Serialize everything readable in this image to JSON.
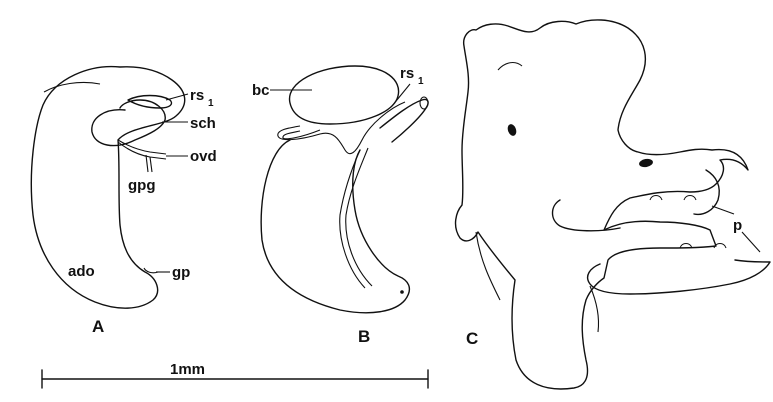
{
  "panels": {
    "a": {
      "letter": "A",
      "labels": {
        "rs": "rs",
        "rs_sub": "1",
        "sch": "sch",
        "ovd": "ovd",
        "gpg": "gpg",
        "ado": "ado",
        "gp": "gp"
      }
    },
    "b": {
      "letter": "B",
      "labels": {
        "bc": "bc",
        "rs": "rs",
        "rs_sub": "1"
      }
    },
    "c": {
      "letter": "C",
      "labels": {
        "p": "p"
      }
    }
  },
  "scale_bar": {
    "label": "1mm"
  }
}
